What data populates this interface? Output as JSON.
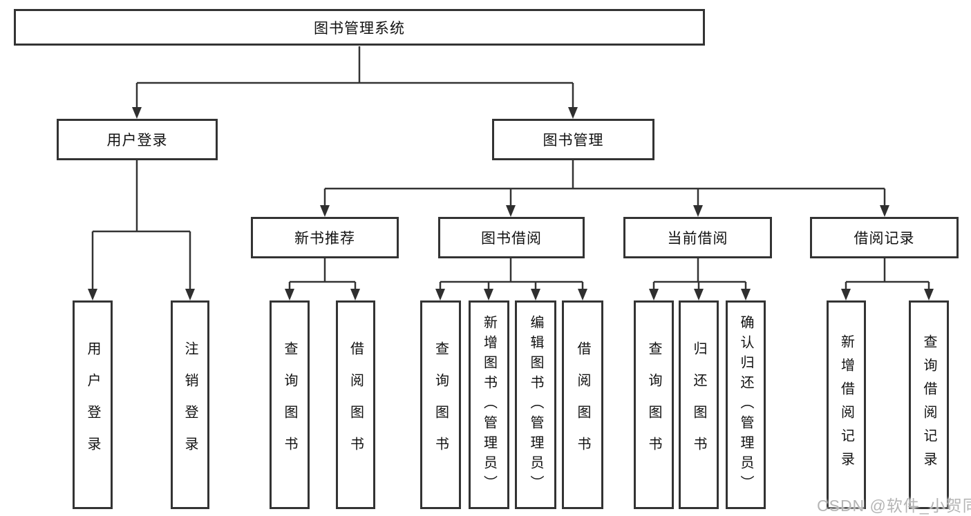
{
  "diagram_title": "图书管理系统",
  "tree": {
    "root": "图书管理系统",
    "branches": [
      {
        "label": "用户登录",
        "leaves": [
          "用户登录",
          "注销登录"
        ]
      },
      {
        "label": "图书管理",
        "sections": [
          {
            "label": "新书推荐",
            "leaves": [
              "查询图书",
              "借阅图书"
            ]
          },
          {
            "label": "图书借阅",
            "leaves": [
              "查询图书",
              "新增图书（管理员）",
              "编辑图书（管理员）",
              "借阅图书"
            ]
          },
          {
            "label": "当前借阅",
            "leaves": [
              "查询图书",
              "归还图书",
              "确认归还（管理员）"
            ]
          },
          {
            "label": "借阅记录",
            "leaves": [
              "新增借阅记录",
              "查询借阅记录"
            ]
          }
        ]
      }
    ]
  },
  "watermark": "CSDN @软件_小贺同学",
  "colors": {
    "line": "#333333",
    "box_border": "#333333",
    "text": "#111111",
    "background": "#ffffff",
    "watermark": "#b5b5b5"
  }
}
